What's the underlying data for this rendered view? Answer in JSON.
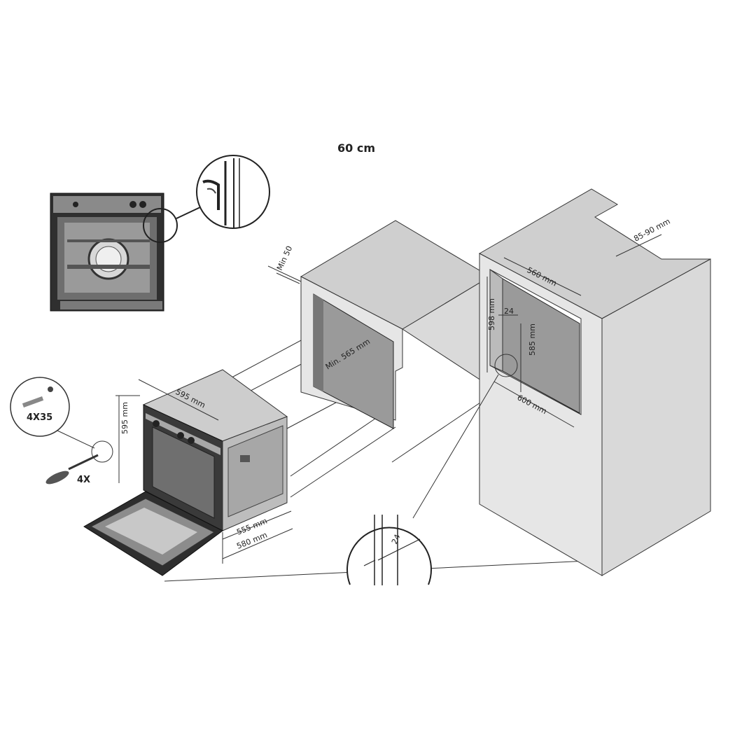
{
  "title": "60 cm",
  "labels": {
    "min_50": "Min 50",
    "d85_90": "85-90 mm",
    "d560": "560 mm",
    "d598": "598 mm",
    "d24_top": "24",
    "d585": "585 mm",
    "d600": "600 mm",
    "min565": "Min. 565 mm",
    "d595_w": "595 mm",
    "d595_h": "595 mm",
    "d555": "555 mm",
    "d580": "580 mm",
    "screw_size": "4X35",
    "screw_qty": "4X",
    "d24_detail": "24"
  },
  "colors": {
    "cabinet_top": "#cfcfcf",
    "cabinet_front": "#e6e6e6",
    "cabinet_side": "#d9d9d9",
    "niche": "#9a9a9a",
    "oven_dark": "#3a3a3a",
    "oven_steel": "#bdbdbd",
    "line": "#333333"
  }
}
